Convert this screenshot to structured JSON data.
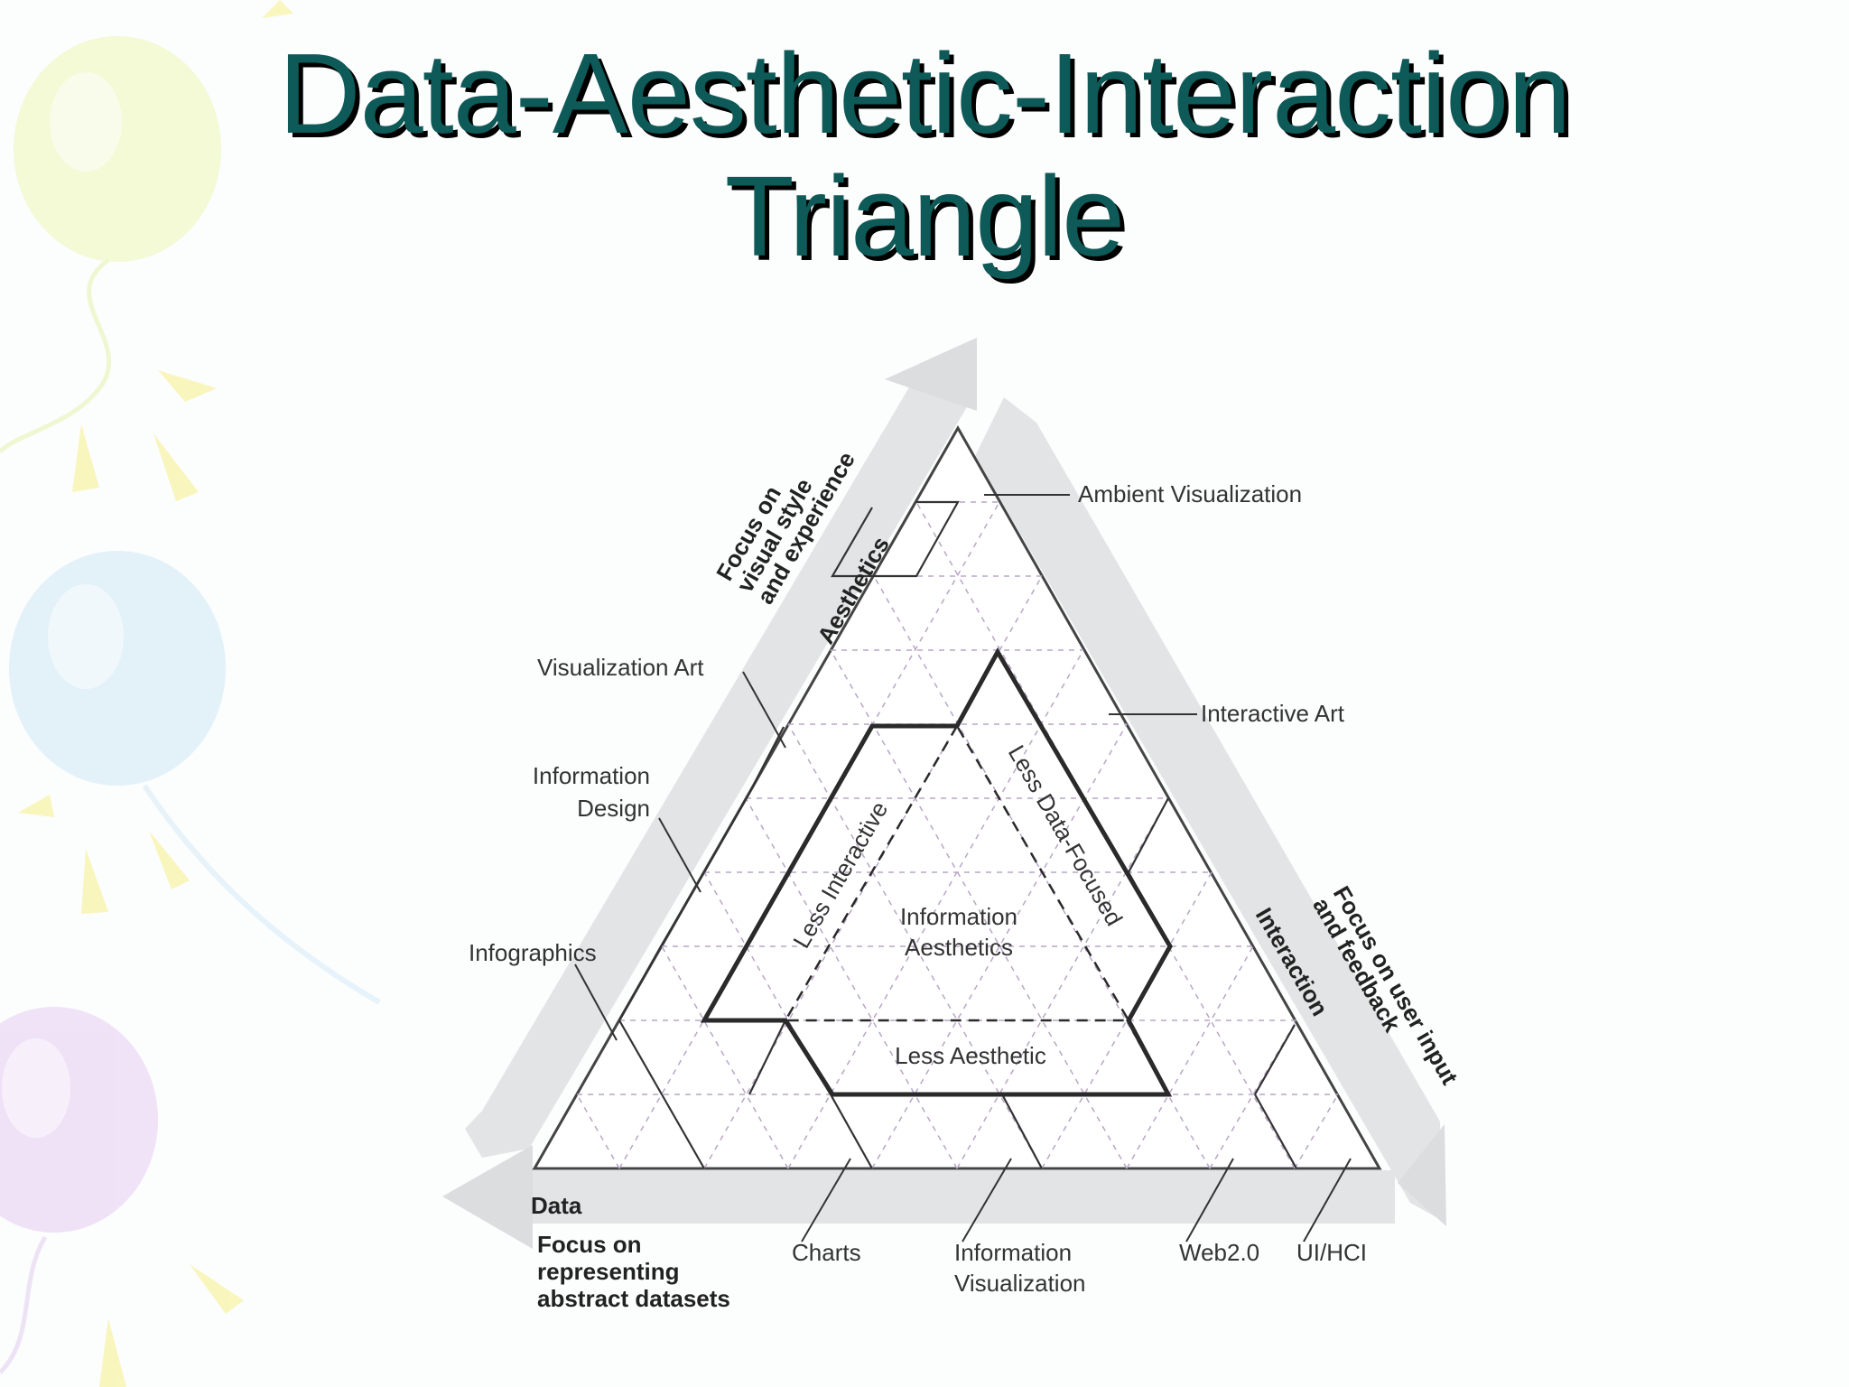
{
  "title": {
    "line1": "Data-Aesthetic-Interaction",
    "line2": "Triangle"
  },
  "axes": {
    "aesthetics": {
      "name": "Aesthetics",
      "focus": [
        "Focus on",
        "visual style",
        "and experience"
      ]
    },
    "interaction": {
      "name": "Interaction",
      "focus": [
        "Focus on user input",
        "and feedback"
      ]
    },
    "data": {
      "name": "Data",
      "focus": [
        "Focus on",
        "representing",
        "abstract datasets"
      ]
    }
  },
  "outer_labels": {
    "ambient_visualization": "Ambient Visualization",
    "interactive_art": "Interactive Art",
    "visualization_art": "Visualization Art",
    "information_design": [
      "Information",
      "Design"
    ],
    "infographics": "Infographics",
    "charts": "Charts",
    "information_visualization": [
      "Information",
      "Visualization"
    ],
    "web20": "Web2.0",
    "ui_hci": "UI/HCI"
  },
  "center": {
    "title": [
      "Information",
      "Aesthetics"
    ],
    "less_interactive": "Less Interactive",
    "less_data_focused": "Less Data-Focused",
    "less_aesthetic": "Less Aesthetic"
  },
  "colors": {
    "title": "#0e5a58",
    "arrow_band": "#e3e4e5",
    "line": "#333333",
    "grid": "#b9a6c6"
  }
}
